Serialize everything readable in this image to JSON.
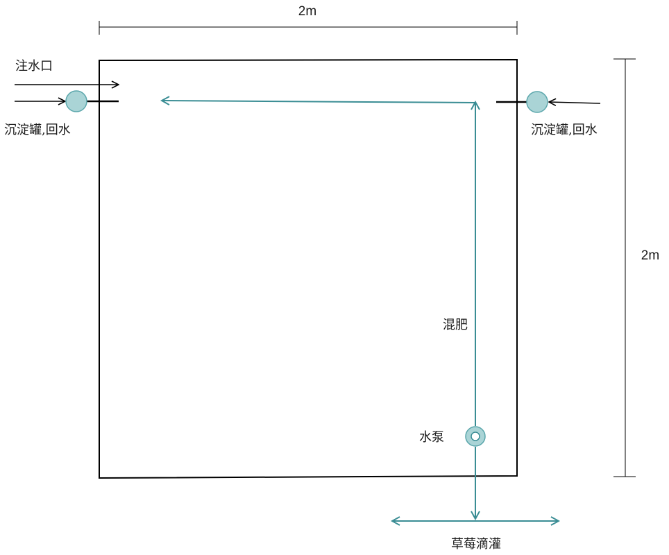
{
  "dimensions": {
    "width": "2m",
    "height": "2m"
  },
  "labels": {
    "inlet": "注水口",
    "return_left": "沉淀罐,回水",
    "return_right": "沉淀罐,回水",
    "mixing": "混肥",
    "pump": "水泵",
    "drip": "草莓滴灌"
  },
  "colors": {
    "outline": "#000000",
    "flow": "#3a8d94",
    "port_fill": "#aad4d6",
    "port_stroke": "#5aa6ab"
  }
}
